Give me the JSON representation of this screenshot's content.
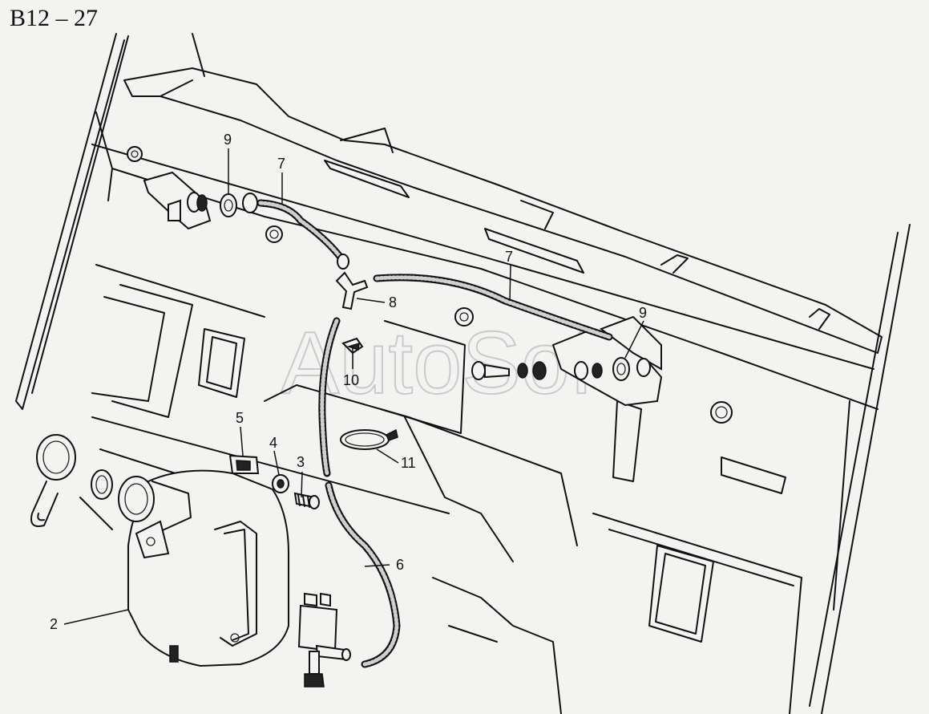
{
  "title": "B12 – 27",
  "watermark": "AutoSoft",
  "callouts": {
    "c2": "2",
    "c3": "3",
    "c4": "4",
    "c5": "5",
    "c6": "6",
    "c7a": "7",
    "c7b": "7",
    "c8": "8",
    "c9a": "9",
    "c9b": "9",
    "c10": "10",
    "c11": "11"
  }
}
